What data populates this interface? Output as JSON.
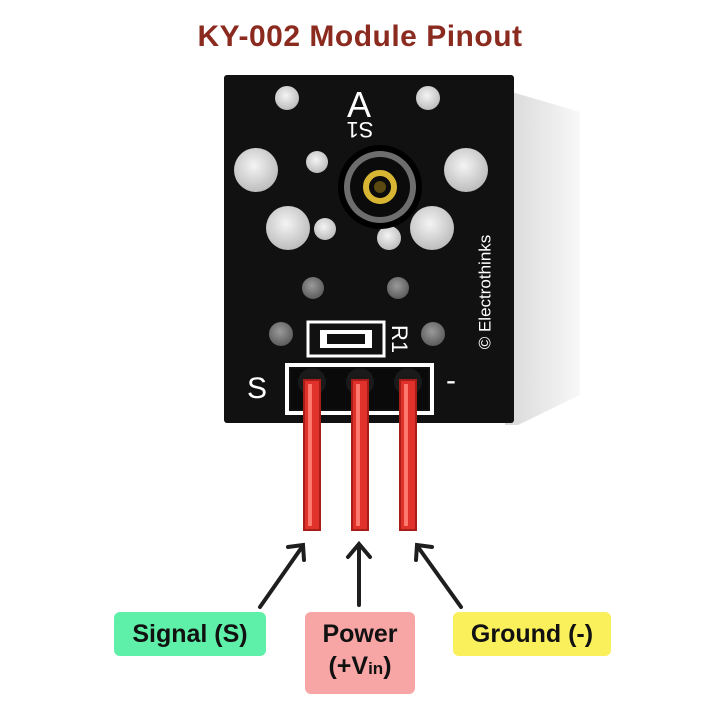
{
  "title": "KY-002 Module Pinout",
  "board": {
    "label_a": "A",
    "label_s1": "S1",
    "label_r1": "R1",
    "label_s": "S",
    "label_minus": "-",
    "watermark": "© Electrothinks"
  },
  "labels": {
    "signal": "Signal (S)",
    "power_line1": "Power",
    "power_line2_prefix": "(+V",
    "power_line2_sub": "in",
    "power_line2_suffix": ")",
    "ground": "Ground (-)"
  },
  "colors": {
    "title": "#8b2a1f",
    "pcb": "#111111",
    "pin": "#e0322b",
    "signal_bg": "#5ef0a8",
    "power_bg": "#f8a5a5",
    "ground_bg": "#faf05c"
  }
}
